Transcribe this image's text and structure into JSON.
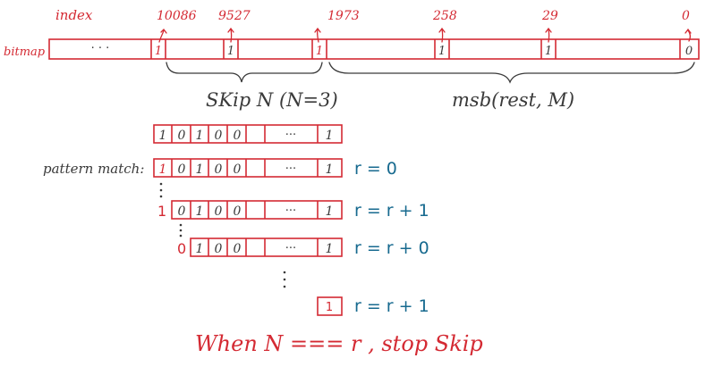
{
  "labels": {
    "index": "index",
    "bitmap": "bitmap",
    "skip": "SKip N (N=3)",
    "msb": "msb(rest, M)",
    "pattern": "pattern match:",
    "conclusion": "When N === r , stop Skip"
  },
  "indices": [
    "10086",
    "9527",
    "1973",
    "258",
    "29",
    "0"
  ],
  "bitmap": {
    "ellipsis": "· · ·",
    "cells": [
      "1",
      "1",
      "1",
      "1",
      "1",
      "0"
    ]
  },
  "pattern_rows": [
    {
      "lead": "",
      "cells": [
        "1",
        "0",
        "1",
        "0",
        "0",
        "···",
        "1"
      ],
      "note": ""
    },
    {
      "lead": "",
      "cells": [
        "1",
        "0",
        "1",
        "0",
        "0",
        "···",
        "1"
      ],
      "note": "r = 0"
    },
    {
      "lead": "1",
      "cells": [
        "0",
        "1",
        "0",
        "0",
        "···",
        "1"
      ],
      "note": "r = r + 1"
    },
    {
      "lead": "0",
      "cells": [
        "1",
        "0",
        "0",
        "···",
        "1"
      ],
      "note": "r = r + 0"
    },
    {
      "lead": "",
      "cells": [
        "1"
      ],
      "note": "r = r + 1"
    }
  ],
  "colors": {
    "accent": "#d42a33",
    "ink": "#3a3a3a",
    "note": "#176a8f"
  }
}
